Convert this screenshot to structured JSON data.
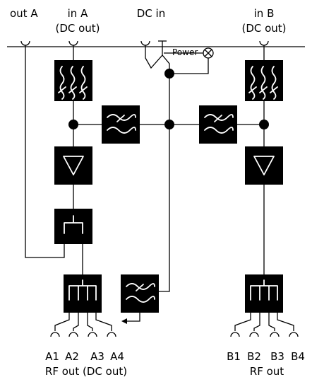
{
  "labels": {
    "out_a": "out A",
    "in_a": "in A",
    "in_a_sub": "(DC out)",
    "dc_in": "DC in",
    "in_b": "in B",
    "in_b_sub": "(DC out)",
    "power": "Power",
    "a_ports": [
      "A1",
      "A2",
      "A3",
      "A4"
    ],
    "a_rf_out": "RF out (DC out)",
    "b_ports": [
      "B1",
      "B2",
      "B3",
      "B4"
    ],
    "b_rf_out": "RF out"
  }
}
